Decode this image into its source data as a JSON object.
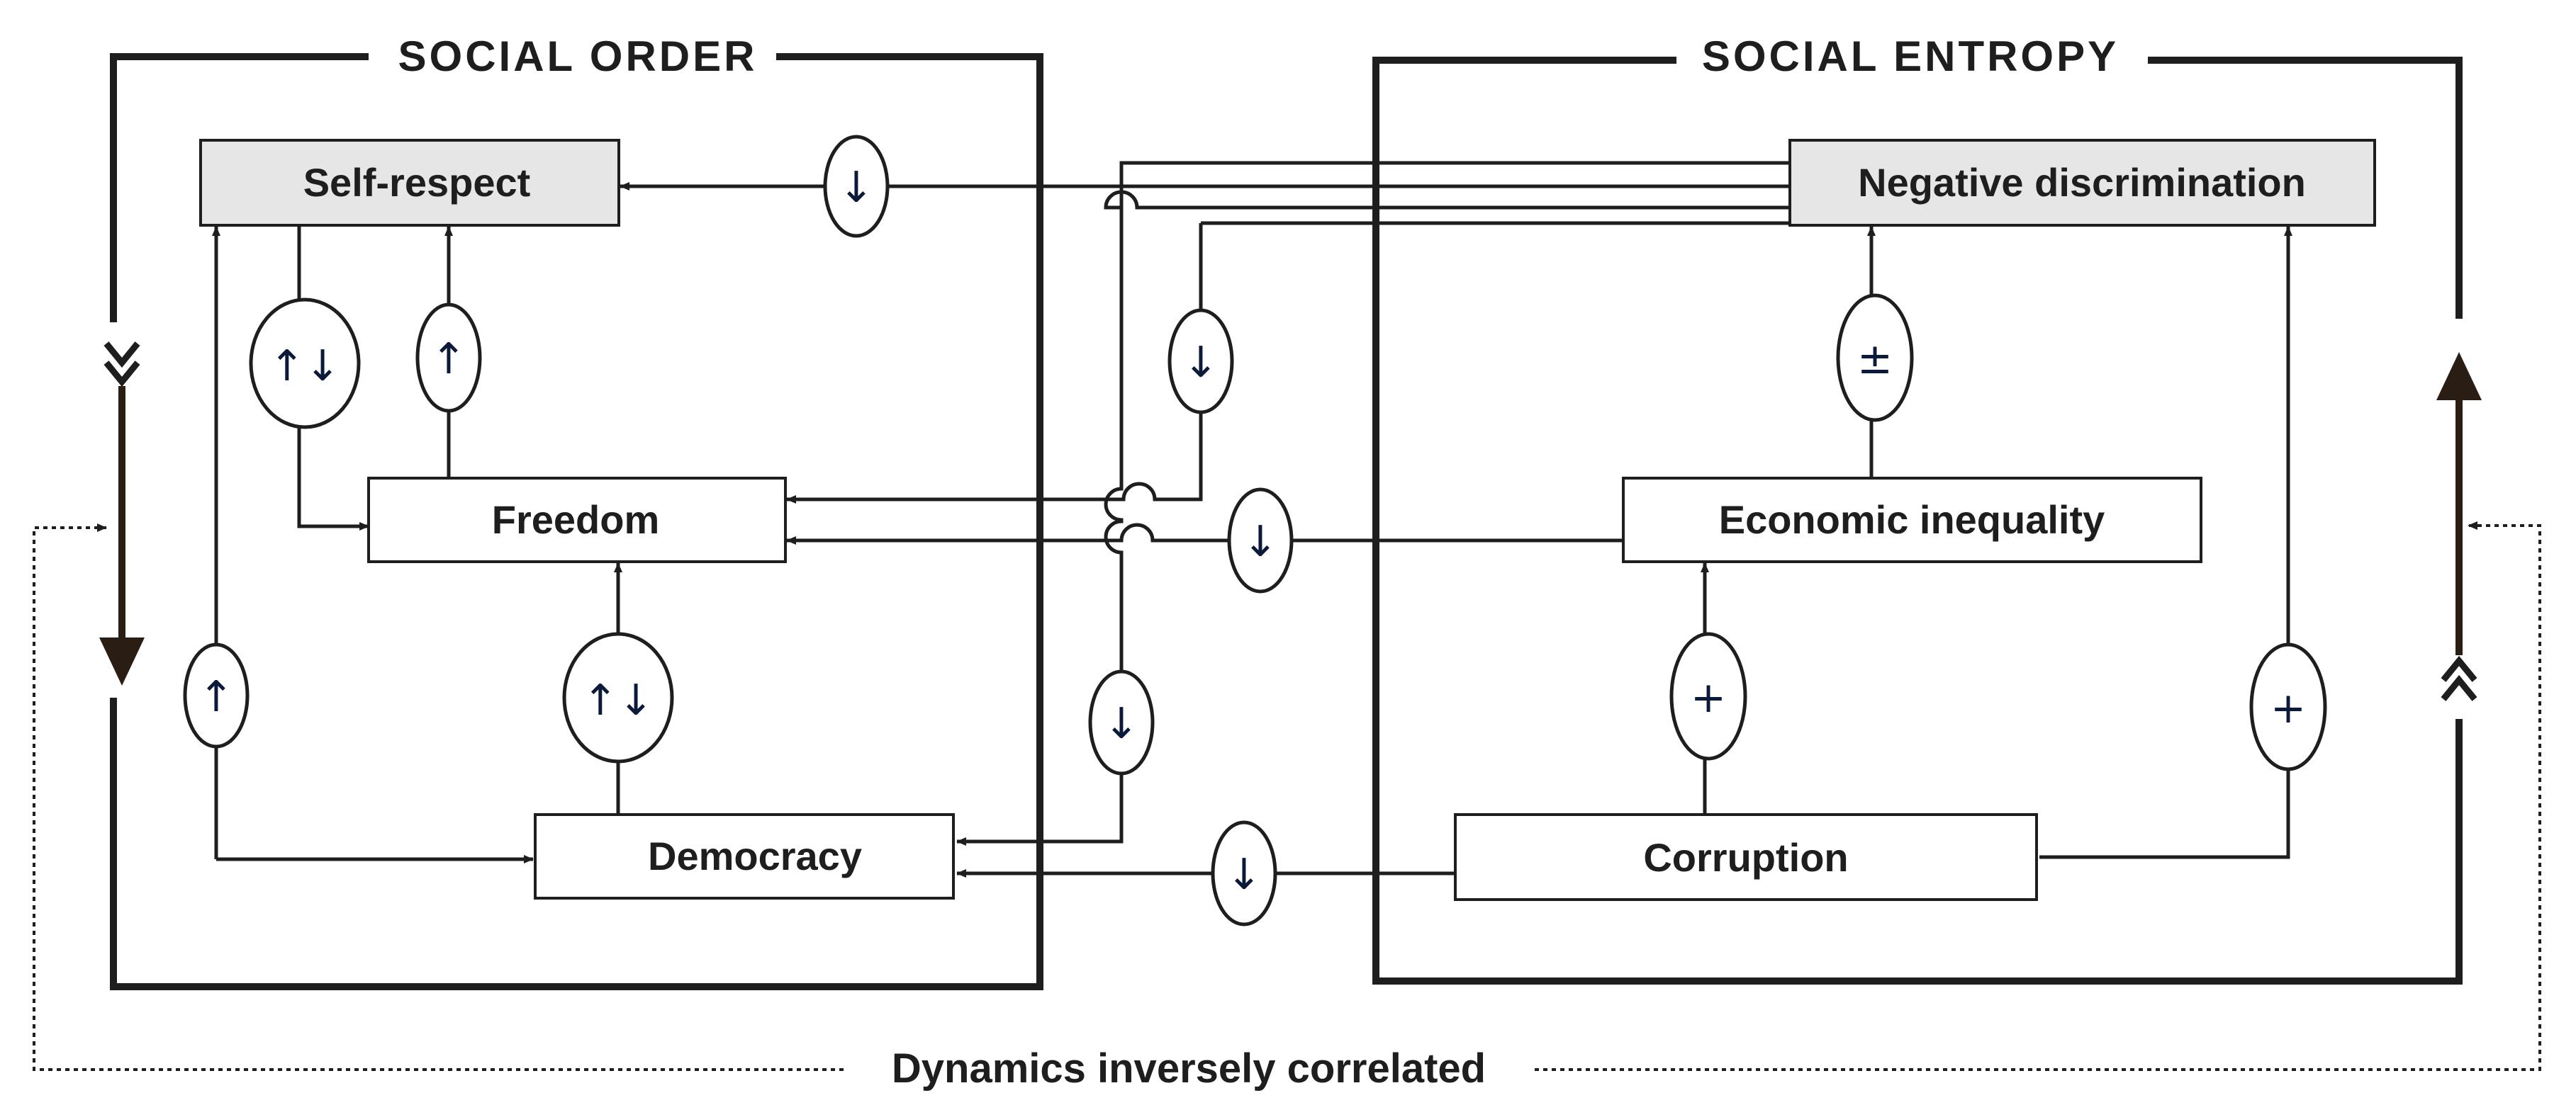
{
  "panels": {
    "left_title": "SOCIAL ORDER",
    "right_title": "SOCIAL ENTROPY"
  },
  "nodes": {
    "self_respect": "Self-respect",
    "freedom": "Freedom",
    "democracy": "Democracy",
    "negative_discrimination": "Negative discrimination",
    "economic_inequality": "Economic inequality",
    "corruption": "Corruption"
  },
  "signs": {
    "discrimination_to_self_respect": "↓",
    "self_respect_freedom": "↑↓",
    "freedom_to_self_respect": "↑",
    "democracy_to_self_respect": "↑",
    "democracy_to_freedom": "↑↓",
    "discrimination_to_freedom": "↓",
    "inequality_to_freedom": "↓",
    "discrimination_to_democracy": "↓",
    "corruption_to_democracy": "↓",
    "inequality_to_discrimination": "±",
    "corruption_to_inequality": "+",
    "corruption_to_discrimination": "+"
  },
  "footer": "Dynamics inversely correlated",
  "colors": {
    "line": "#1e1e1e",
    "node_fill_highlight": "#e6e6e6",
    "node_fill": "#ffffff",
    "symbol": "#0b1a3a"
  }
}
